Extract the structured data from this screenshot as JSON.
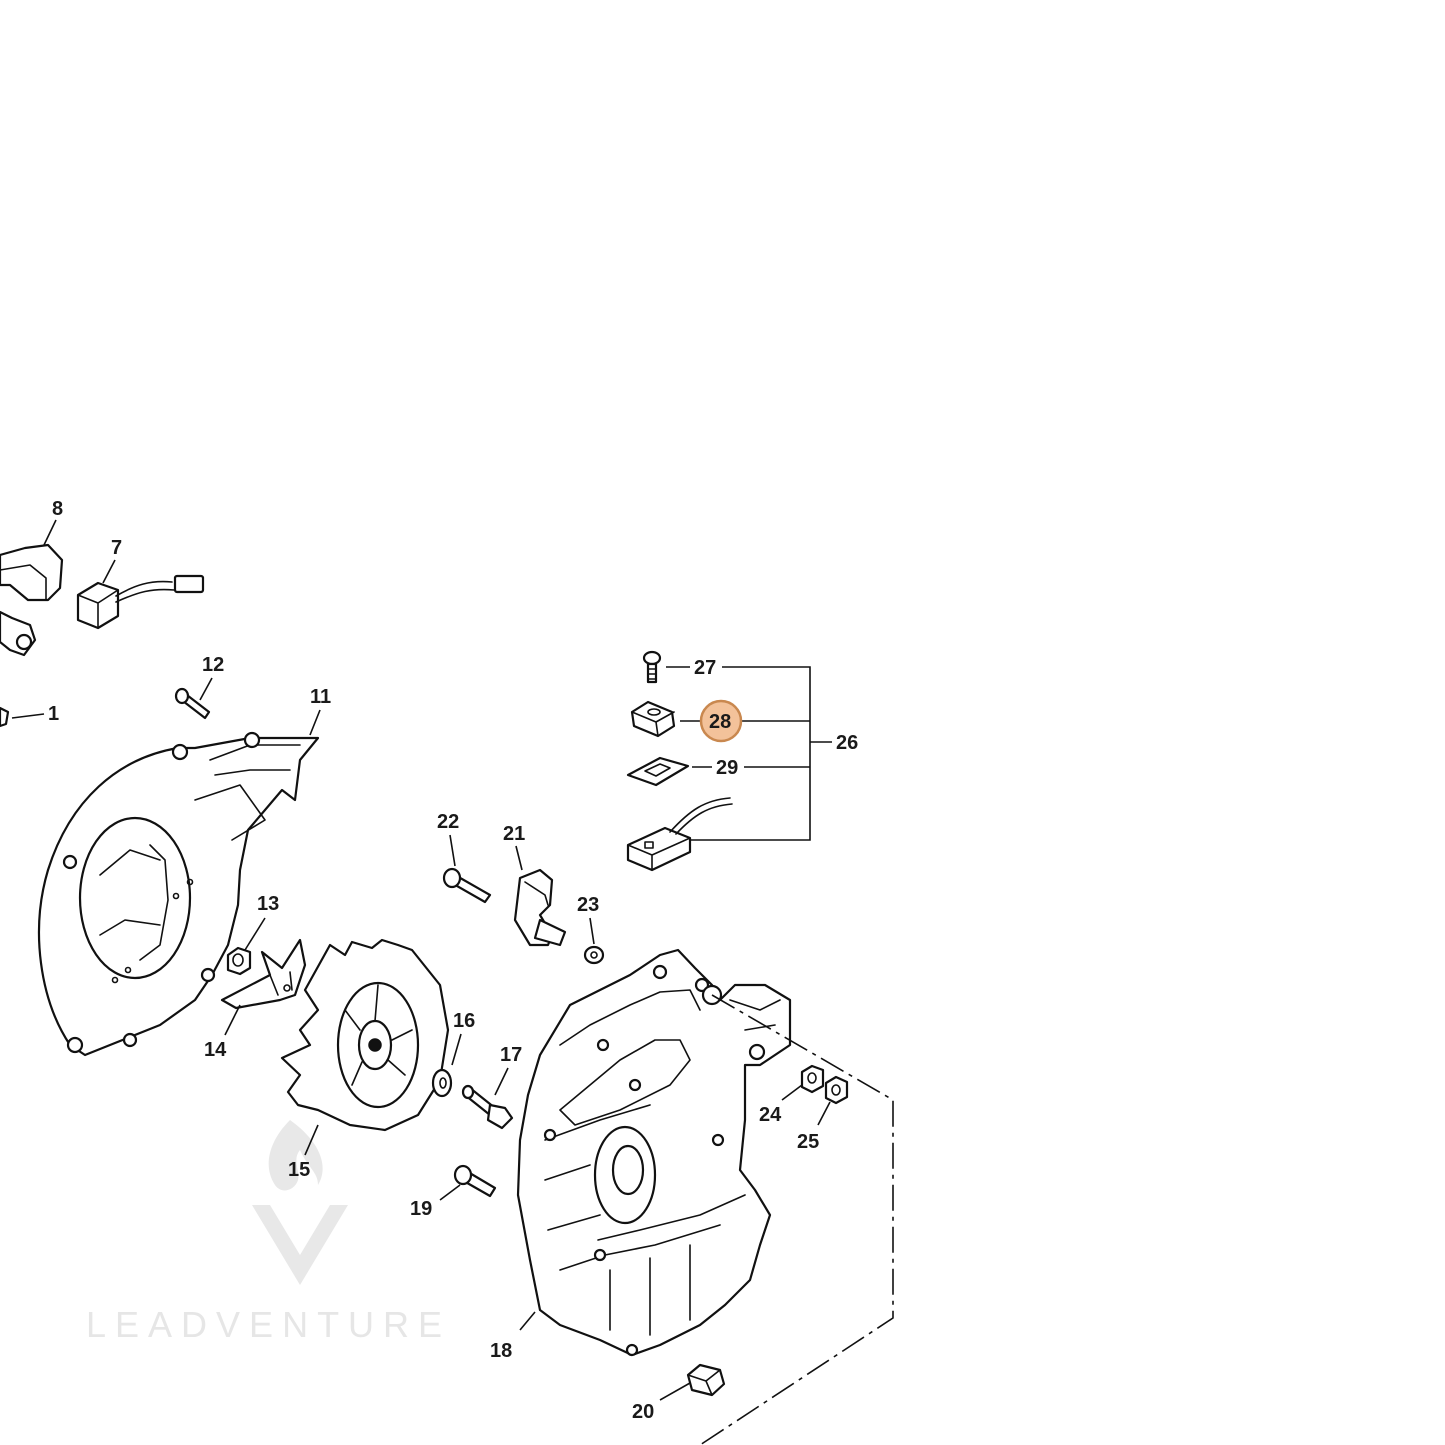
{
  "watermark": {
    "text": "LEADVENTURE"
  },
  "highlight_color": "#f3c29a",
  "highlight_border": "#c9884f",
  "callouts": {
    "c1": "1",
    "c7": "7",
    "c8": "8",
    "c11": "11",
    "c12": "12",
    "c13": "13",
    "c14": "14",
    "c15": "15",
    "c16": "16",
    "c17": "17",
    "c18": "18",
    "c19": "19",
    "c20": "20",
    "c21": "21",
    "c22": "22",
    "c23": "23",
    "c24": "24",
    "c25": "25",
    "c26": "26",
    "c27": "27",
    "c28": "28",
    "c29": "29"
  },
  "selected_callout": "28"
}
